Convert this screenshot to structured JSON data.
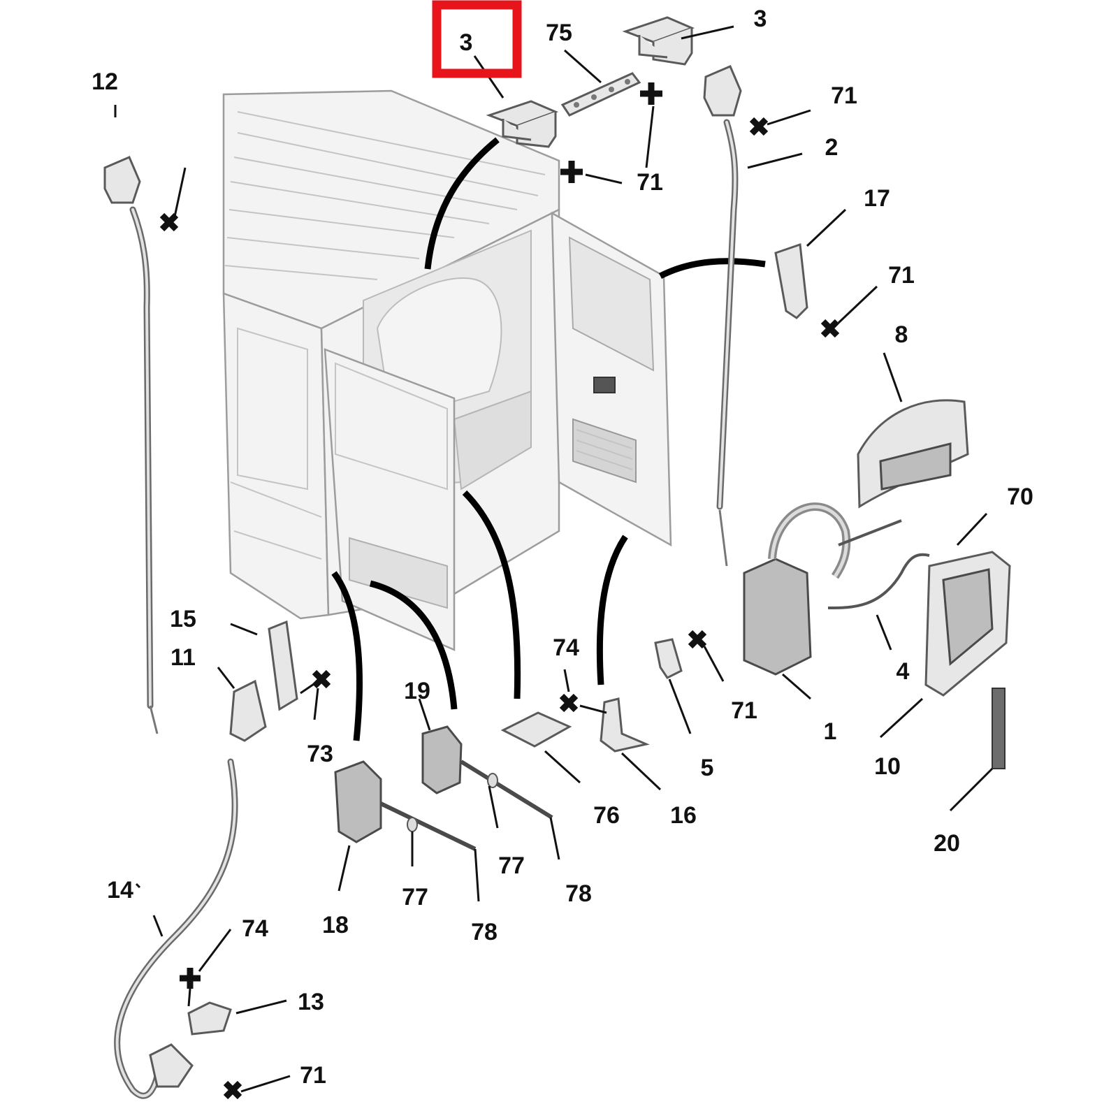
{
  "highlight": {
    "label": "3",
    "color": "#e8141b"
  },
  "callouts": [
    {
      "id": "c3-top",
      "label": "3"
    },
    {
      "id": "c75",
      "label": "75"
    },
    {
      "id": "c71-top",
      "label": "71"
    },
    {
      "id": "c71-tr",
      "label": "71"
    },
    {
      "id": "c2",
      "label": "2"
    },
    {
      "id": "c12",
      "label": "12"
    },
    {
      "id": "c17",
      "label": "17"
    },
    {
      "id": "c71-17",
      "label": "71"
    },
    {
      "id": "c8",
      "label": "8"
    },
    {
      "id": "c70",
      "label": "70"
    },
    {
      "id": "c4",
      "label": "4"
    },
    {
      "id": "c1",
      "label": "1"
    },
    {
      "id": "c10",
      "label": "10"
    },
    {
      "id": "c20",
      "label": "20"
    },
    {
      "id": "c5",
      "label": "5"
    },
    {
      "id": "c71-5",
      "label": "71"
    },
    {
      "id": "c74-16",
      "label": "74"
    },
    {
      "id": "c76",
      "label": "76"
    },
    {
      "id": "c16",
      "label": "16"
    },
    {
      "id": "c19",
      "label": "19"
    },
    {
      "id": "c77-a",
      "label": "77"
    },
    {
      "id": "c77-b",
      "label": "77"
    },
    {
      "id": "c78-a",
      "label": "78"
    },
    {
      "id": "c78-b",
      "label": "78"
    },
    {
      "id": "c18",
      "label": "18"
    },
    {
      "id": "c15",
      "label": "15"
    },
    {
      "id": "c11",
      "label": "11"
    },
    {
      "id": "c73",
      "label": "73"
    },
    {
      "id": "c14",
      "label": "14"
    },
    {
      "id": "c74-13",
      "label": "74"
    },
    {
      "id": "c13",
      "label": "13"
    },
    {
      "id": "c71-bottom",
      "label": "71"
    }
  ]
}
